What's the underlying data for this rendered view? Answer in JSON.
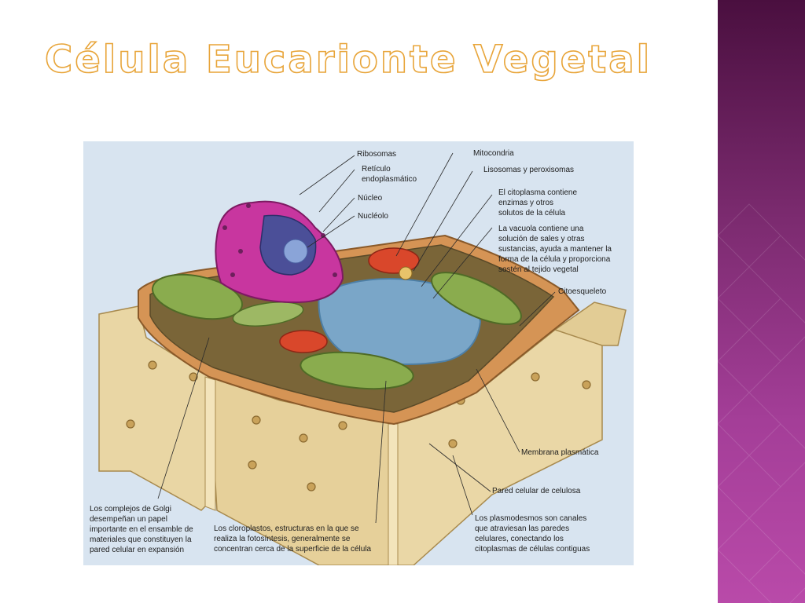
{
  "slide": {
    "title": "Célula Eucarionte Vegetal"
  },
  "colors": {
    "title_outline": "#e8a53a",
    "sidebar_top": "#4a0f3f",
    "sidebar_bottom": "#b94aa9",
    "figure_background": "#d8e4f0",
    "cell_wall": "#e8d3a0",
    "cytoplasm": "#8a6a3c",
    "vacuole": "#6f9fc4",
    "nucleus": "#c3309a",
    "chloroplast": "#7ea04a",
    "mitochondria": "#d9472b"
  },
  "diagram": {
    "labels": {
      "ribosomas": "Ribosomas",
      "reticulo": "Retículo\nendoplasmático",
      "nucleo": "Núcleo",
      "nucleolo": "Nucléolo",
      "mitocondria": "Mitocondria",
      "lisosomas": "Lisosomas y peroxisomas",
      "citoplasma": "El citoplasma contiene\nenzimas y otros\nsolutos de la célula",
      "vacuola": "La vacuola contiene una\nsolución de sales y otras\nsustancias, ayuda a mantener la\nforma de la célula y proporciona\nsostén al tejido vegetal",
      "citoesqueleto": "Citoesqueleto",
      "membrana": "Membrana plasmática",
      "pared": "Pared celular de celulosa",
      "golgi": "Los complejos de Golgi\ndesempeñan un papel\nimportante en el ensamble de\nmateriales que constituyen la\npared celular en expansión",
      "cloroplastos": "Los cloroplastos, estructuras en la que se\nrealiza la fotosíntesis, generalmente se\nconcentran cerca de la superficie de la célula",
      "plasmodesmos": "Los plasmodesmos son canales\nque atraviesan las paredes\ncelulares, conectando los\ncitoplasmas de células contiguas"
    }
  }
}
